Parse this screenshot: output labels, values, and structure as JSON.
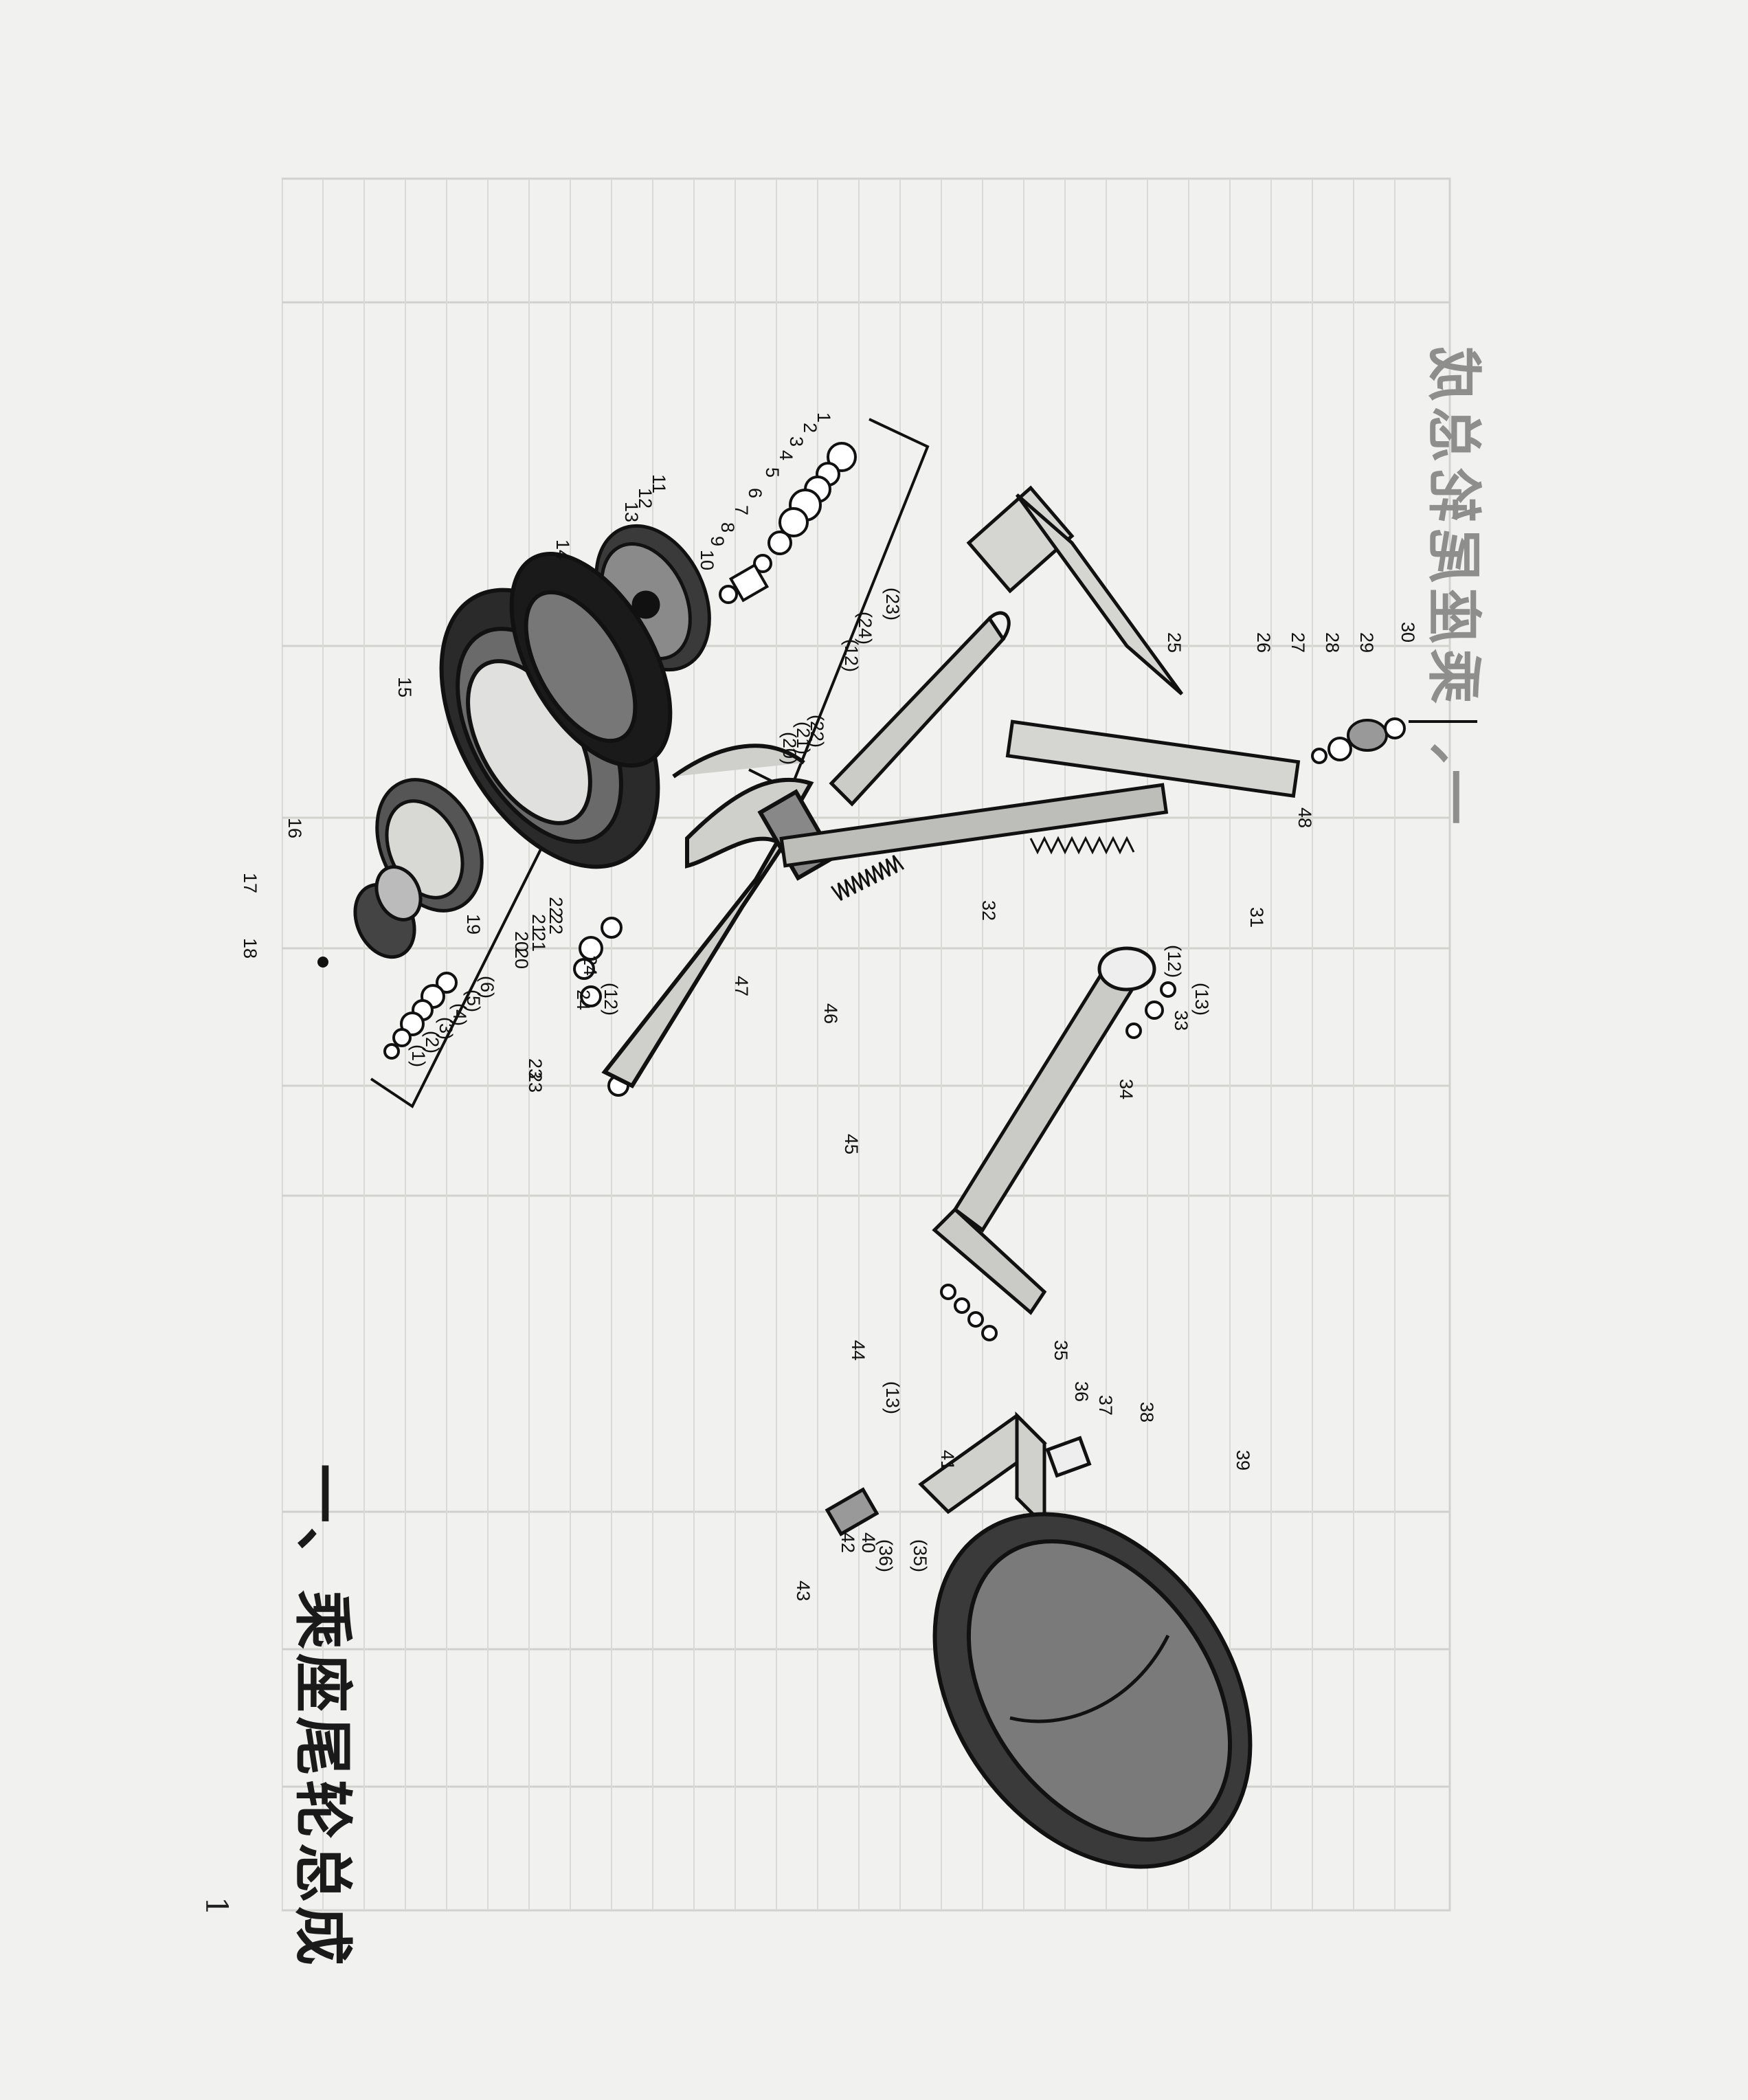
{
  "page": {
    "title": "一、乘座尾轮总成",
    "page_number": "1",
    "bleed_through_title": "一、乘座尾轮总成"
  },
  "diagram": {
    "callouts": [
      "1",
      "2",
      "3",
      "4",
      "5",
      "6",
      "7",
      "8",
      "9",
      "10",
      "11",
      "12",
      "13",
      "14",
      "15",
      "16",
      "17",
      "18",
      "19",
      "20",
      "21",
      "22",
      "23",
      "24",
      "25",
      "26",
      "27",
      "28",
      "29",
      "30",
      "31",
      "32",
      "(12)",
      "(13)",
      "33",
      "34",
      "35",
      "36",
      "37",
      "38",
      "39",
      "40",
      "41",
      "42",
      "43",
      "(35)",
      "(36)",
      "44",
      "(13)",
      "45",
      "46",
      "47",
      "48",
      "(23)",
      "(24)",
      "(12)",
      "(22)",
      "(21)",
      "(20)",
      "(6)",
      "(5)",
      "(4)",
      "(3)",
      "(2)",
      "(1)",
      "(12)",
      "22",
      "21",
      "20",
      "24",
      "23"
    ]
  }
}
